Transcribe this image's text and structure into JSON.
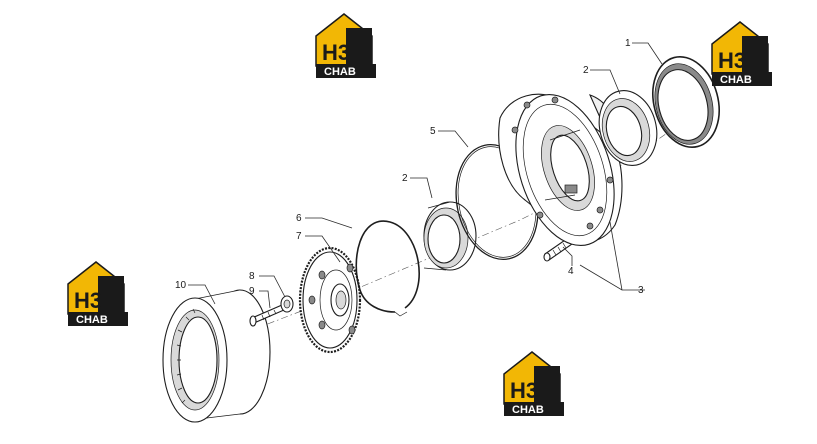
{
  "watermark": {
    "mark": "H3",
    "word": "CHAB",
    "colors": {
      "yellow": "#f2b705",
      "black": "#1a1a1a"
    }
  },
  "callouts": [
    {
      "id": "1",
      "label": "1"
    },
    {
      "id": "2a",
      "label": "2"
    },
    {
      "id": "2b",
      "label": "2"
    },
    {
      "id": "3",
      "label": "3"
    },
    {
      "id": "4",
      "label": "4"
    },
    {
      "id": "5",
      "label": "5"
    },
    {
      "id": "6",
      "label": "6"
    },
    {
      "id": "7",
      "label": "7"
    },
    {
      "id": "8",
      "label": "8"
    },
    {
      "id": "9",
      "label": "9"
    },
    {
      "id": "10",
      "label": "10"
    }
  ]
}
